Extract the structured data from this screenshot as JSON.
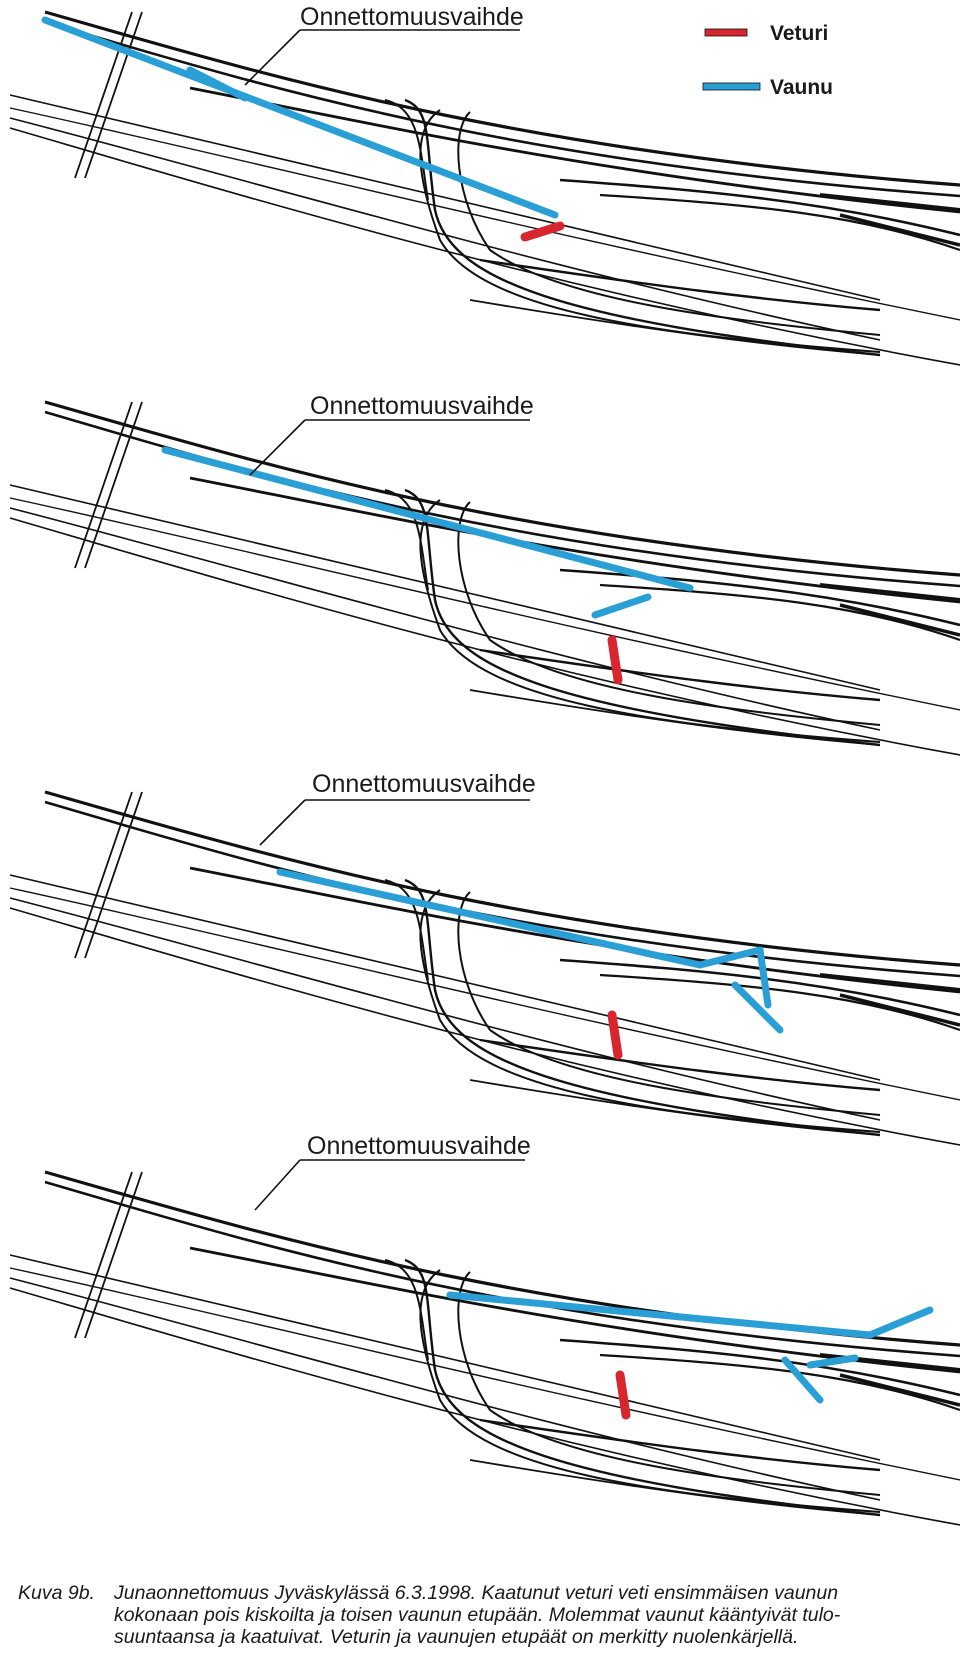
{
  "legend": {
    "items": [
      {
        "label": "Veturi",
        "color": "#d8262e",
        "icon": "locomotive-marker"
      },
      {
        "label": "Vaunu",
        "color": "#2a9fd6",
        "icon": "wagon-marker"
      }
    ]
  },
  "panels": [
    {
      "label": "Onnettomuusvaihde"
    },
    {
      "label": "Onnettomuusvaihde"
    },
    {
      "label": "Onnettomuusvaihde"
    },
    {
      "label": "Onnettomuusvaihde"
    }
  ],
  "caption": {
    "number": "Kuva 9b.",
    "lines": [
      "Junaonnettomuus Jyväskylässä 6.3.1998. Kaatunut veturi veti ensimmäisen vaunun",
      "kokonaan pois kiskoilta ja toisen vaunun etupään. Molemmat vaunut kääntyivät tulo-",
      "suuntaansa ja kaatuivat. Veturin ja vaunujen etupäät on merkitty nuolenkärjellä."
    ]
  }
}
